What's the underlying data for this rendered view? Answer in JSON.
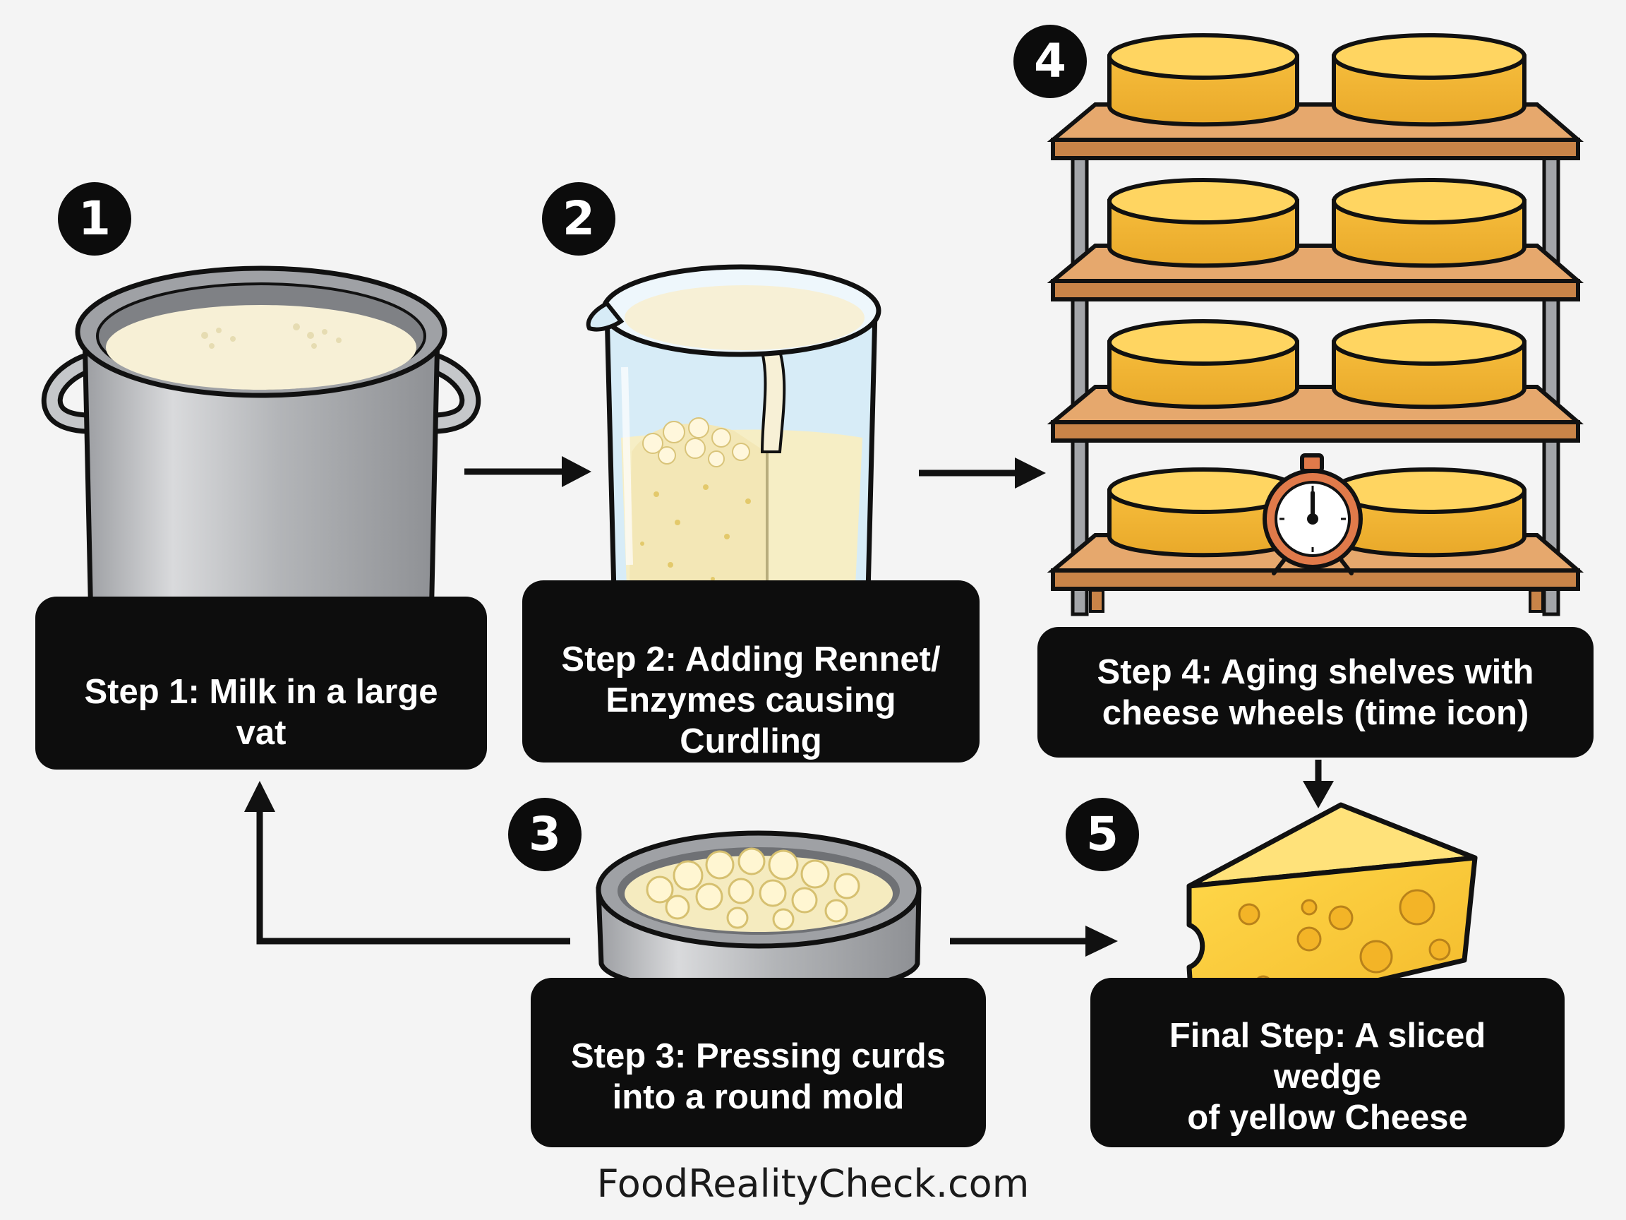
{
  "steps": [
    {
      "number": "1",
      "label": "Step 1: Milk in a large vat"
    },
    {
      "number": "2",
      "label": "Step 2: Adding Rennet/\nEnzymes causing Curdling"
    },
    {
      "number": "3",
      "label": "Step 3: Pressing curds\ninto a round mold"
    },
    {
      "number": "4",
      "label": "Step 4: Aging shelves with\ncheese wheels (time icon)"
    },
    {
      "number": "5",
      "label": "Final Step: A sliced wedge\nof yellow Cheese"
    }
  ],
  "footer": "FoodRealityCheck.com",
  "colors": {
    "label_bg": "#0d0d0d",
    "pot_steel": "#b9bbbe",
    "milk": "#f7f0d6",
    "cheese": "#f7c23e",
    "shelf_wood": "#e0a46a",
    "clock_orange": "#e07a4a"
  }
}
